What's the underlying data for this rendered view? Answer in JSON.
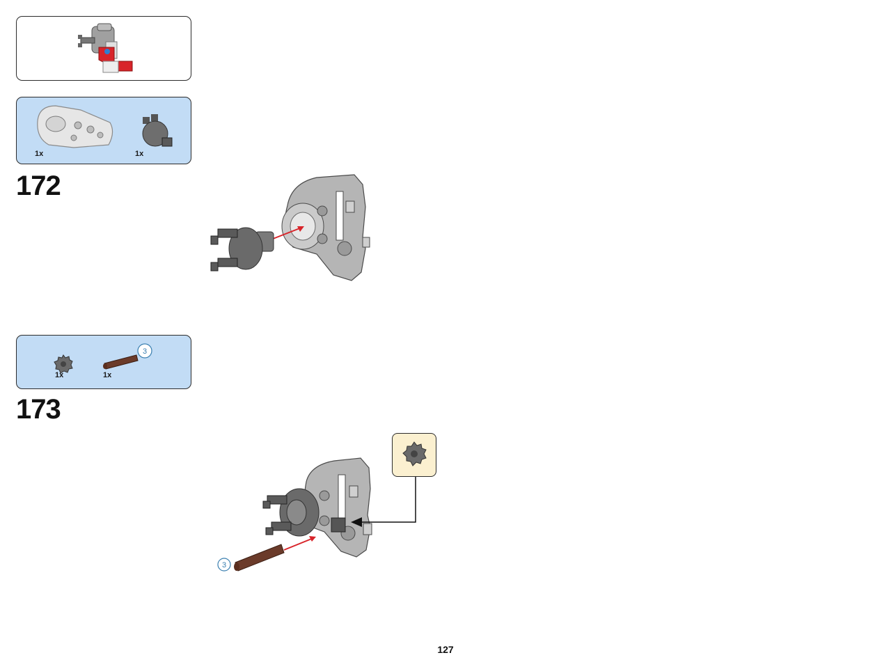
{
  "preview": {
    "icon": "assembly-preview-icon"
  },
  "step_172": {
    "number": "172",
    "parts": [
      {
        "icon": "frame-panel-part-icon",
        "qty": "1x"
      },
      {
        "icon": "turntable-hub-part-icon",
        "qty": "1x"
      }
    ]
  },
  "step_173": {
    "number": "173",
    "parts": [
      {
        "icon": "gear-part-icon",
        "qty": "1x"
      },
      {
        "icon": "axle-part-icon",
        "qty": "1x",
        "length": "3"
      }
    ],
    "axle_length_label": "3",
    "callout_icon": "gear-callout-icon"
  },
  "page_number": "127",
  "colors": {
    "parts_background": "#c2dcf5",
    "callout_background": "#fbf0d0",
    "highlight_red": "#d8242a",
    "axle_brown": "#6b3b2a",
    "part_gray": "#9a9a9a"
  }
}
